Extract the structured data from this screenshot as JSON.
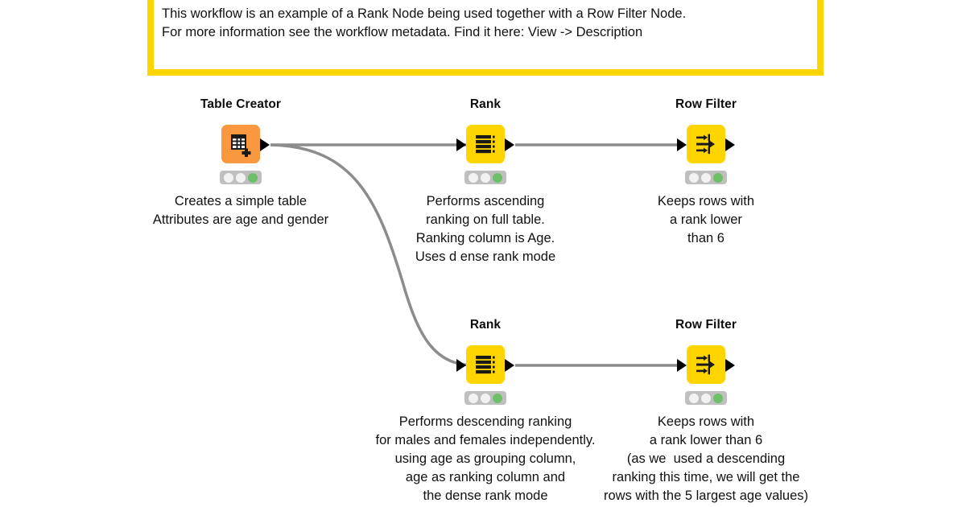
{
  "canvas": {
    "background": "#ffffff",
    "accent_yellow": "#FFD500",
    "accent_orange": "#F9983E",
    "edge_color": "#8C8C8C",
    "status_green": "#6DC067"
  },
  "annotation": {
    "name": "workflow-annotation",
    "border_color": "#FFD500",
    "line1": "This workflow is an example of a Rank Node being used together with a Row Filter Node.",
    "line2": "For more information see the workflow metadata. Find it here: View -> Description"
  },
  "nodes": [
    {
      "id": "table-creator",
      "title": "Table Creator",
      "icon": "table-plus-icon",
      "color": "#F9983E",
      "status": [
        "idle",
        "idle",
        "executed"
      ],
      "description": "Creates a simple table\nAttributes are age and gender",
      "has_input_port": false,
      "has_output_port": true
    },
    {
      "id": "rank-top",
      "title": "Rank",
      "icon": "rank-bars-icon",
      "color": "#FFD500",
      "status": [
        "idle",
        "idle",
        "executed"
      ],
      "description": "Performs ascending\nranking on full table.\nRanking column is Age.\nUses d ense rank mode",
      "has_input_port": true,
      "has_output_port": true
    },
    {
      "id": "row-filter-top",
      "title": "Row Filter",
      "icon": "row-filter-arrows-icon",
      "color": "#FFD500",
      "status": [
        "idle",
        "idle",
        "executed"
      ],
      "description": "Keeps rows with\na rank lower\nthan 6",
      "has_input_port": true,
      "has_output_port": true
    },
    {
      "id": "rank-bottom",
      "title": "Rank",
      "icon": "rank-bars-icon",
      "color": "#FFD500",
      "status": [
        "idle",
        "idle",
        "executed"
      ],
      "description": "Performs descending ranking\nfor males and females independently.\nusing age as grouping column,\nage as ranking column and\nthe dense rank mode",
      "has_input_port": true,
      "has_output_port": true
    },
    {
      "id": "row-filter-bottom",
      "title": "Row Filter",
      "icon": "row-filter-arrows-icon",
      "color": "#FFD500",
      "status": [
        "idle",
        "idle",
        "executed"
      ],
      "description": "Keeps rows with\na rank lower than 6\n(as we  used a descending\nranking this time, we will get the\nrows with the 5 largest age values)",
      "has_input_port": true,
      "has_output_port": true
    }
  ],
  "connections": [
    {
      "from": "table-creator",
      "to": "rank-top",
      "shape": "straight"
    },
    {
      "from": "rank-top",
      "to": "row-filter-top",
      "shape": "straight"
    },
    {
      "from": "table-creator",
      "to": "rank-bottom",
      "shape": "curve"
    },
    {
      "from": "rank-bottom",
      "to": "row-filter-bottom",
      "shape": "straight"
    }
  ]
}
